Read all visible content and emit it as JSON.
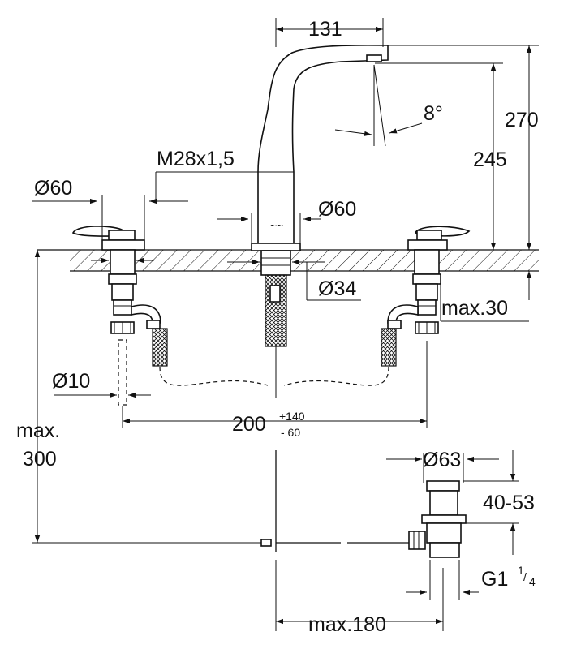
{
  "dimensions": {
    "spout_reach": "131",
    "total_height": "270",
    "spout_height": "245",
    "spout_angle": "8°",
    "thread": "M28x1,5",
    "handle_diameter": "Ø60",
    "spout_base_diameter": "Ø60",
    "hole_diameter": "Ø34",
    "deck_thickness": "max.30",
    "hose_diameter": "Ø10",
    "spread_base": "200",
    "spread_plus": "+140",
    "spread_minus": "- 60",
    "max_height_label": "max.",
    "max_height_value": "300",
    "waste_diameter": "Ø63",
    "waste_adjust": "40-53",
    "waste_thread_main": "G1",
    "waste_thread_num": "1",
    "waste_thread_den": "4",
    "rod_reach": "max.180"
  },
  "colors": {
    "line": "#111111",
    "background": "#ffffff"
  }
}
